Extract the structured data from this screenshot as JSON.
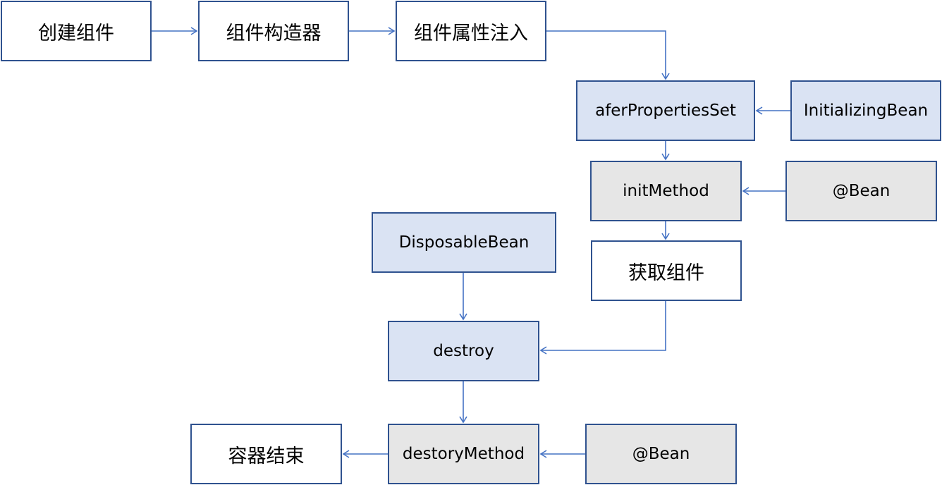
{
  "nodes": {
    "create_component": "创建组件",
    "component_constructor": "组件构造器",
    "property_injection": "组件属性注入",
    "after_properties_set": "aferPropertiesSet",
    "initializing_bean": "InitializingBean",
    "init_method": "initMethod",
    "bean_annotation_init": "@Bean",
    "get_component": "获取组件",
    "disposable_bean": "DisposableBean",
    "destroy": "destroy",
    "destory_method": "destoryMethod",
    "bean_annotation_destroy": "@Bean",
    "container_end": "容器结束"
  },
  "colors": {
    "border": "#2f528f",
    "arrow": "#4472c4",
    "fill_white": "#ffffff",
    "fill_blue": "#dae3f3",
    "fill_gray": "#e6e6e6"
  },
  "edges": [
    {
      "from": "create_component",
      "to": "component_constructor"
    },
    {
      "from": "component_constructor",
      "to": "property_injection"
    },
    {
      "from": "property_injection",
      "to": "after_properties_set"
    },
    {
      "from": "initializing_bean",
      "to": "after_properties_set"
    },
    {
      "from": "after_properties_set",
      "to": "init_method"
    },
    {
      "from": "bean_annotation_init",
      "to": "init_method"
    },
    {
      "from": "init_method",
      "to": "get_component"
    },
    {
      "from": "get_component",
      "to": "destroy"
    },
    {
      "from": "disposable_bean",
      "to": "destroy"
    },
    {
      "from": "destroy",
      "to": "destory_method"
    },
    {
      "from": "bean_annotation_destroy",
      "to": "destory_method"
    },
    {
      "from": "destory_method",
      "to": "container_end"
    }
  ]
}
